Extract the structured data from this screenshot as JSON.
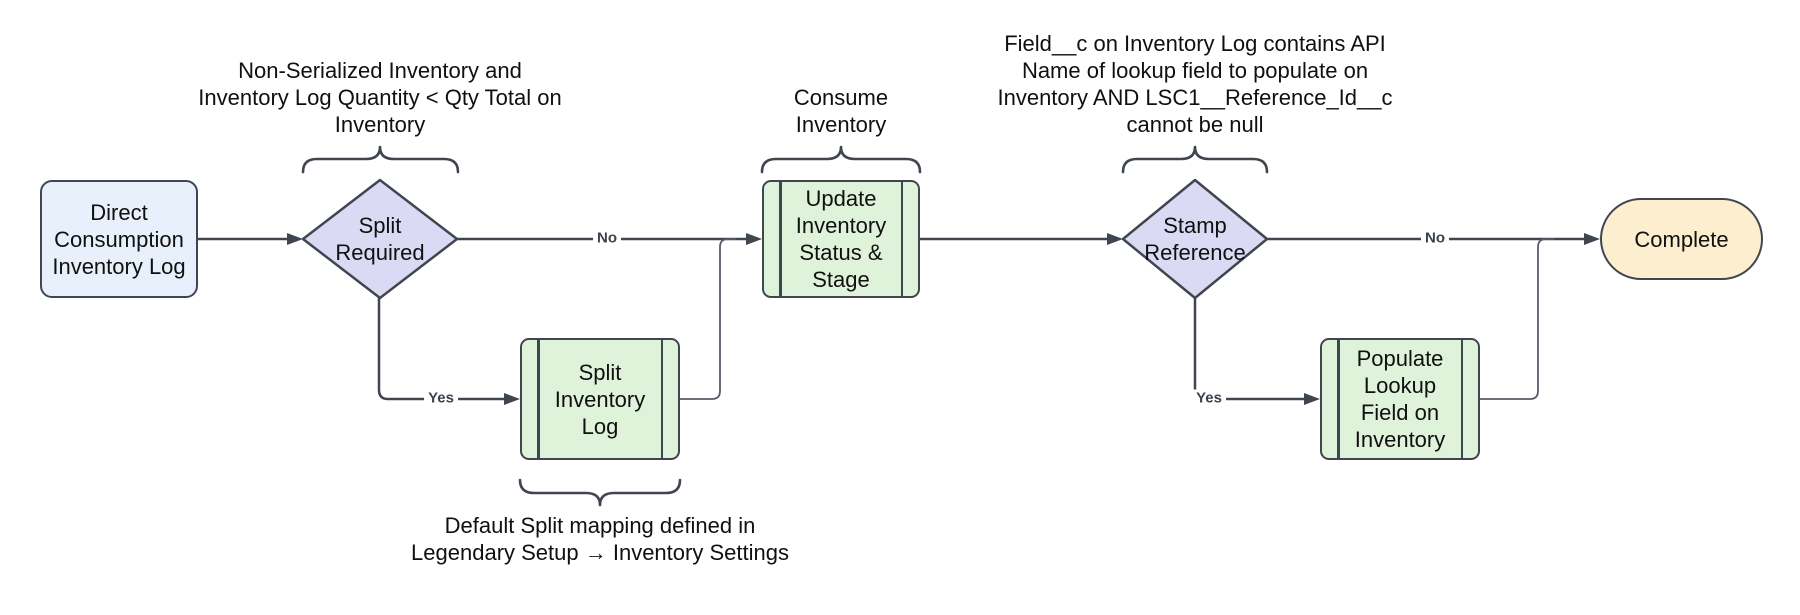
{
  "colors": {
    "stroke": "#3F4650",
    "return_stroke": "#565C68",
    "text": "#101010",
    "label_text": "#3B424E",
    "fill_blue": "#E8F1FB",
    "fill_purple": "#DBDAF5",
    "fill_green": "#DFF3DA",
    "fill_orange": "#FCEECE",
    "background": "#FFFFFF"
  },
  "nodes": {
    "start": {
      "label": "Direct\nConsumption\nInventory Log",
      "type": "rounded-rectangle"
    },
    "split_required": {
      "label": "Split\nRequired",
      "type": "decision"
    },
    "update_inventory_status": {
      "label": "Update\nInventory\nStatus &\nStage",
      "type": "subprocess"
    },
    "stamp_reference": {
      "label": "Stamp\nReference",
      "type": "decision"
    },
    "complete": {
      "label": "Complete",
      "type": "terminator"
    },
    "split_inventory_log": {
      "label": "Split\nInventory\nLog",
      "type": "subprocess"
    },
    "populate_lookup_field": {
      "label": "Populate\nLookup\nField on\nInventory",
      "type": "subprocess"
    }
  },
  "edges": {
    "split_no": "No",
    "split_yes": "Yes",
    "stamp_no": "No",
    "stamp_yes": "Yes"
  },
  "annotations": {
    "split_condition": "Non-Serialized Inventory and\nInventory Log Quantity < Qty Total on\nInventory",
    "consume_inventory": "Consume\nInventory",
    "stamp_condition": "Field__c on Inventory Log contains API\nName of lookup field to populate on\nInventory AND LSC1__Reference_Id__c\ncannot be null",
    "split_mapping": "Default Split mapping defined in\nLegendary Setup → Inventory Settings"
  }
}
